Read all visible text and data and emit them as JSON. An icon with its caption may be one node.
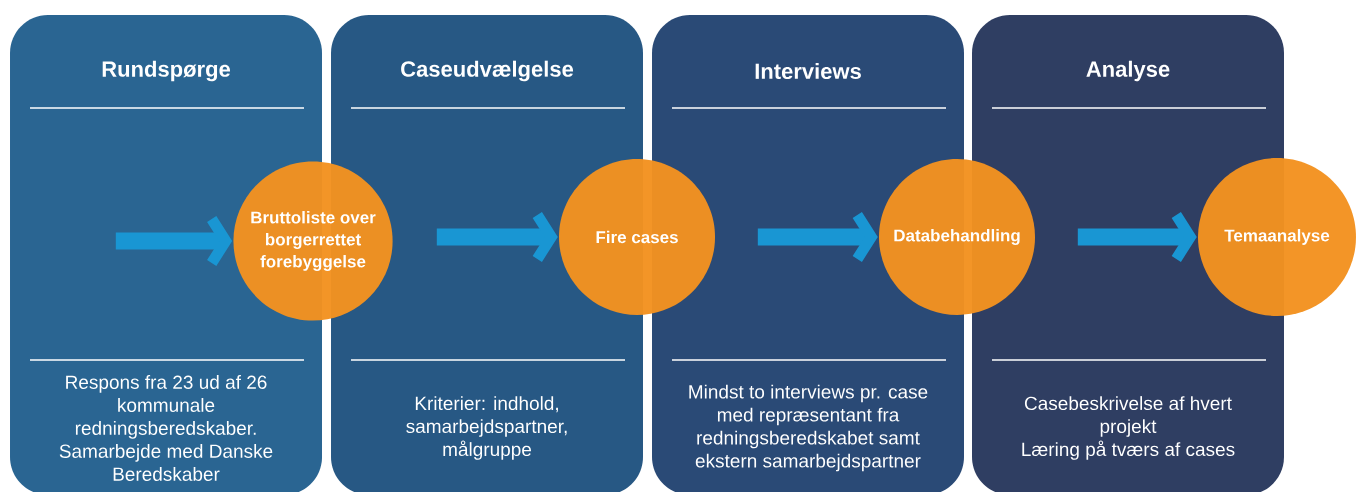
{
  "diagram": {
    "nodes": [
      {
        "text": [
          "Rundspørge",
          "Respons fra 23 ud af 26 kommunale redningsberedskaber. Samarbejde med Danske Beredskaber"
        ]
      },
      {
        "text": [
          "Caseudvælgelse",
          "Kriterier: indhold, samarbejdspartner, målgruppe"
        ]
      },
      {
        "text": [
          "Interviews",
          "Mindst to interviews pr. case med repræsentant fra redningsberedskabet samt ekstern samarbejdspartner"
        ]
      },
      {
        "text": [
          "Analyse",
          "Casebeskrivelse af hvert projekt",
          "Læring på tværs af cases"
        ]
      },
      {
        "text": [
          "Bruttoliste over borgerrettet forebyggelse"
        ]
      },
      {
        "text": [
          "Fire cases"
        ]
      },
      {
        "text": [
          "Databehandling"
        ]
      },
      {
        "text": [
          "Temaanalyse"
        ]
      }
    ],
    "edges": [
      {
        "from": 0,
        "to": 4,
        "arrow": "to"
      },
      {
        "from": 1,
        "to": 5,
        "arrow": "to"
      },
      {
        "from": 2,
        "to": 6,
        "arrow": "to"
      },
      {
        "from": 3,
        "to": 7,
        "arrow": "to"
      }
    ]
  }
}
